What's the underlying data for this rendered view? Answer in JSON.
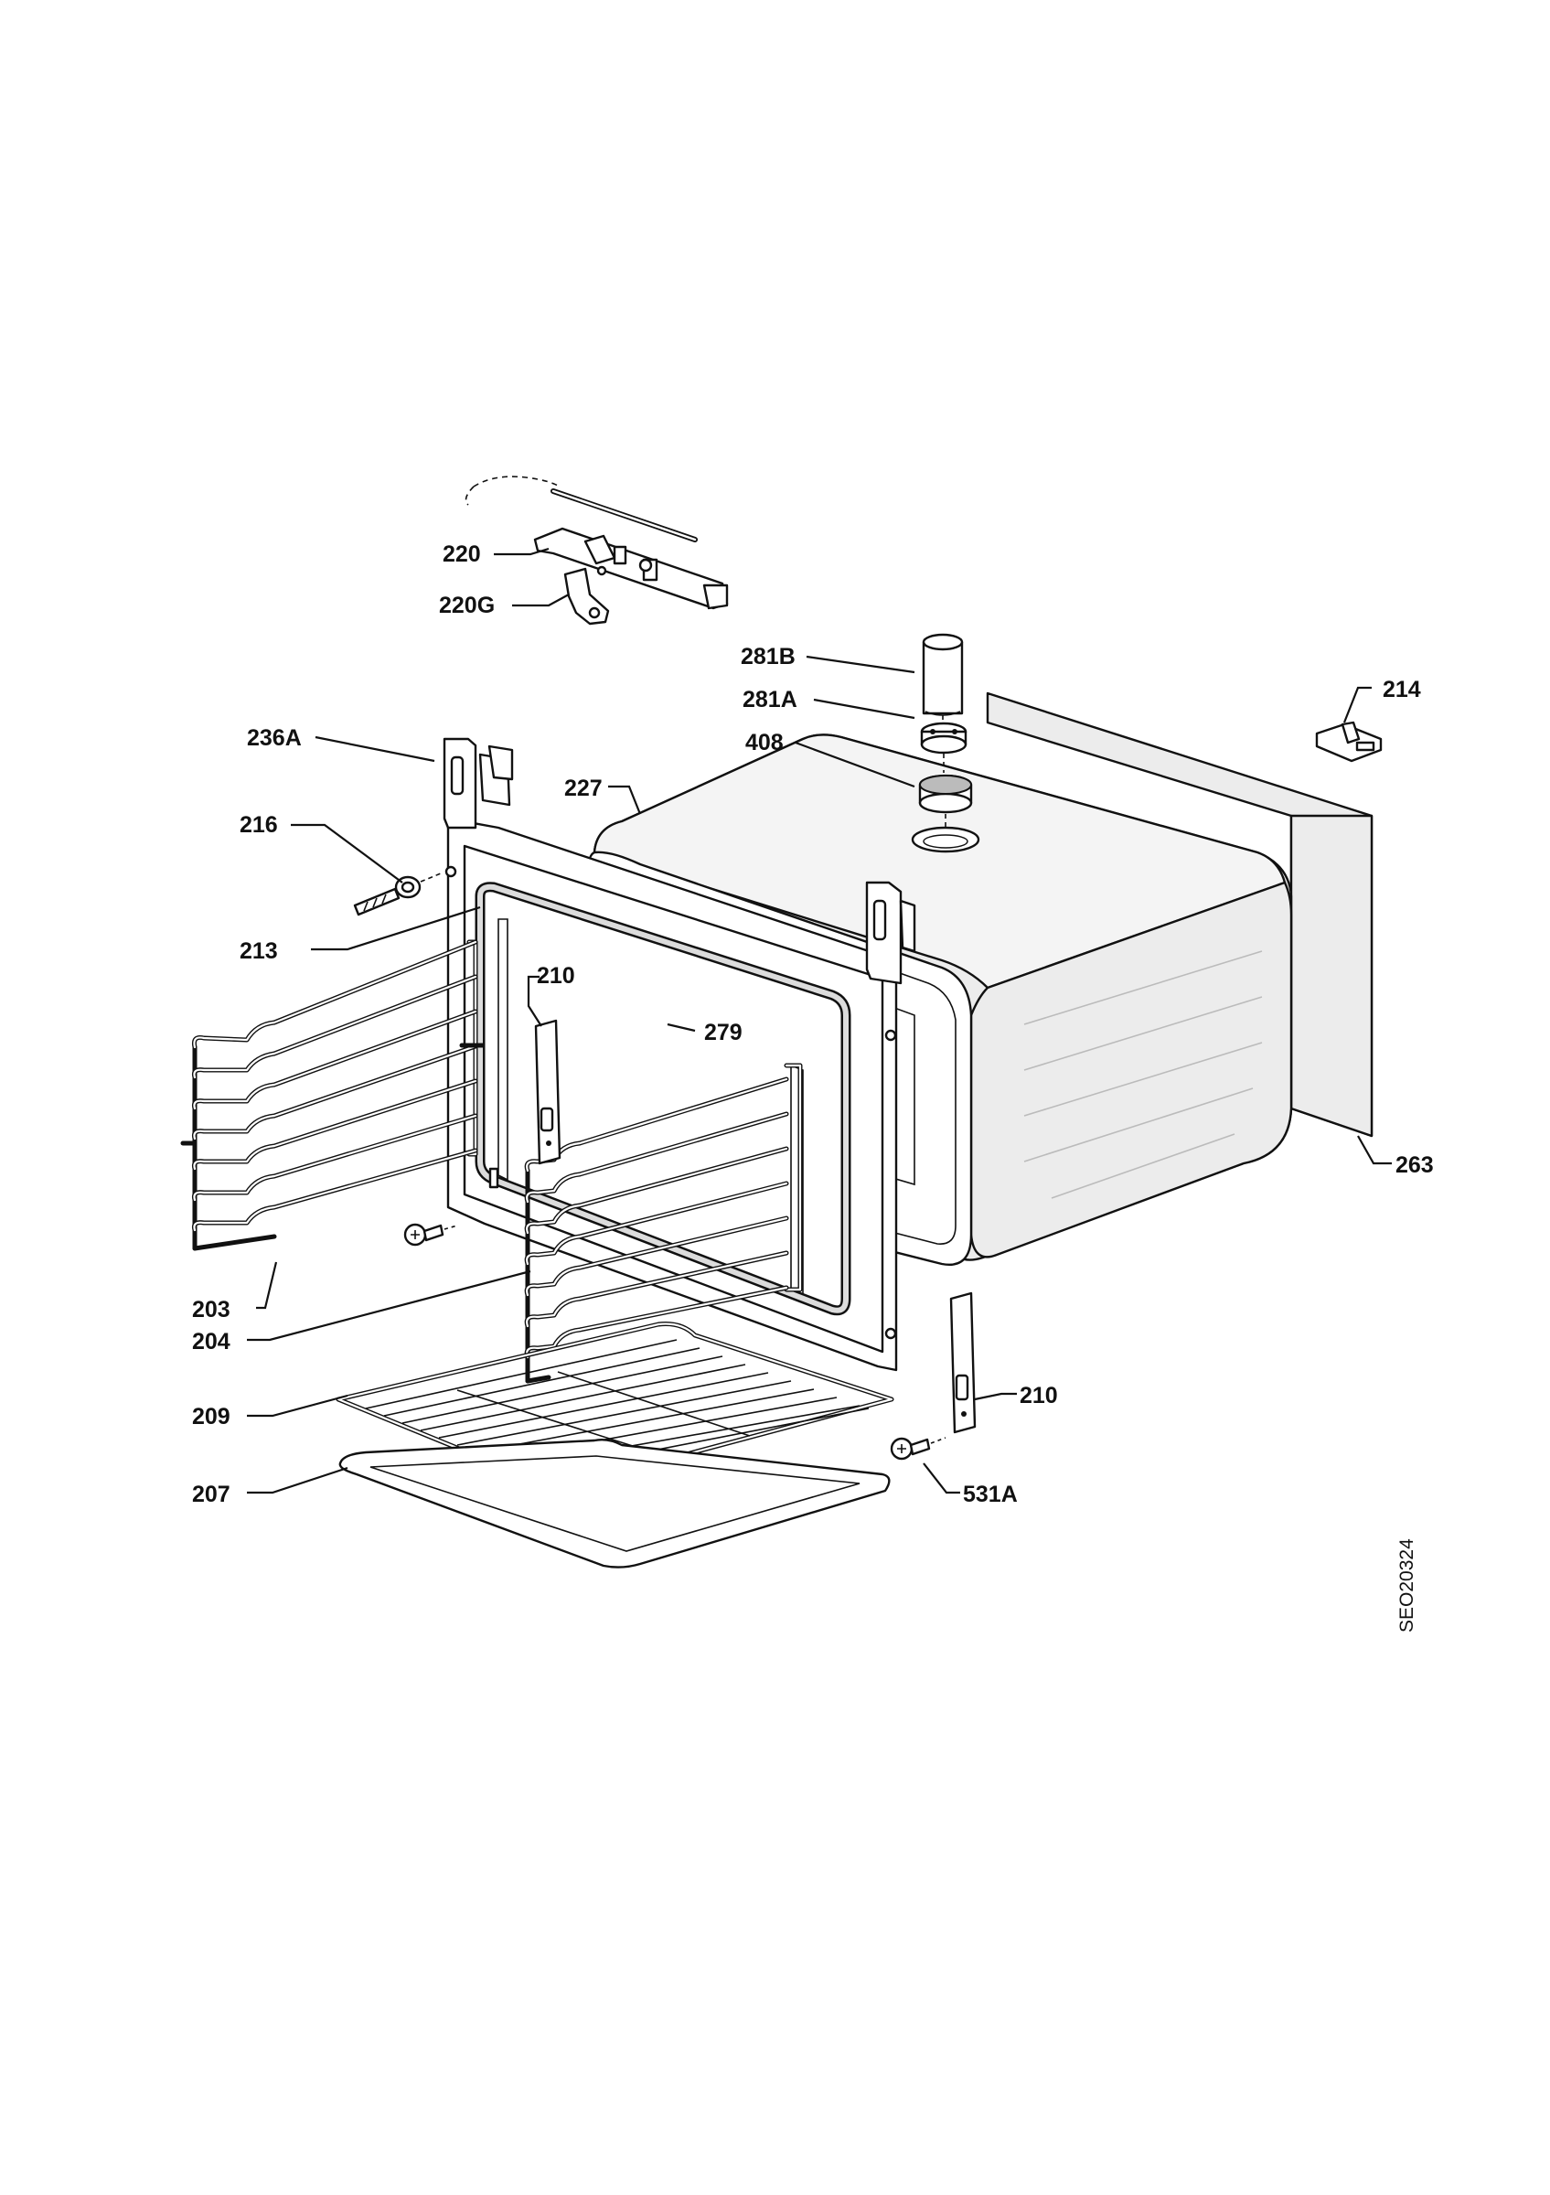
{
  "diagram_code": "SEO20324",
  "labels": {
    "l220": "220",
    "l220g": "220G",
    "l281b": "281B",
    "l281a": "281A",
    "l408": "408",
    "l214": "214",
    "l236a": "236A",
    "l227": "227",
    "l216": "216",
    "l213": "213",
    "l210a": "210",
    "l279": "279",
    "l263": "263",
    "l203": "203",
    "l204": "204",
    "l209": "209",
    "l210b": "210",
    "l207": "207",
    "l531a": "531A"
  }
}
